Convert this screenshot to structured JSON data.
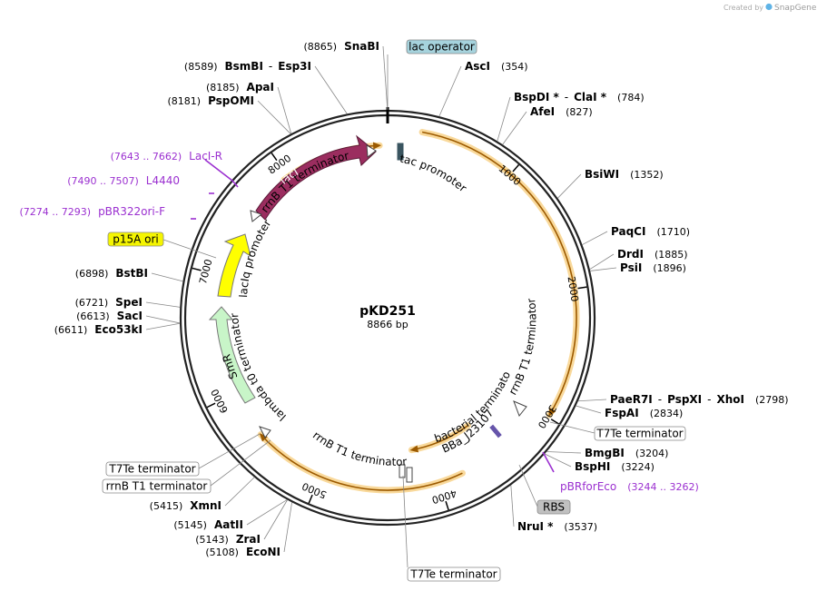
{
  "credit": {
    "prefix": "Created by",
    "brand": "SnapGene"
  },
  "plasmid": {
    "name": "pKD251",
    "size": "8866 bp"
  },
  "ticks": [
    {
      "label": "1000",
      "pos": 1000
    },
    {
      "label": "2000",
      "pos": 2000
    },
    {
      "label": "3000",
      "pos": 3000
    },
    {
      "label": "4000",
      "pos": 4000
    },
    {
      "label": "5000",
      "pos": 5000
    },
    {
      "label": "6000",
      "pos": 6000
    },
    {
      "label": "7000",
      "pos": 7000
    },
    {
      "label": "8000",
      "pos": 8000
    }
  ],
  "sites": [
    {
      "id": "snabi",
      "name": "SnaBI",
      "pos": "(8865)"
    },
    {
      "id": "asci",
      "name": "AscI",
      "pos": "(354)"
    },
    {
      "id": "bspdi",
      "name": "BspDI *",
      "sep": "-",
      "name2": "ClaI *",
      "pos": "(784)"
    },
    {
      "id": "afei",
      "name": "AfeI",
      "pos": "(827)"
    },
    {
      "id": "bsiwi",
      "name": "BsiWI",
      "pos": "(1352)"
    },
    {
      "id": "paqci",
      "name": "PaqCI",
      "pos": "(1710)"
    },
    {
      "id": "drdi",
      "name": "DrdI",
      "pos": "(1885)"
    },
    {
      "id": "psii",
      "name": "PsiI",
      "pos": "(1896)"
    },
    {
      "id": "paer7i",
      "name": "PaeR7I",
      "sep": "-",
      "name2": "PspXI",
      "sep2": "-",
      "name3": "XhoI",
      "pos": "(2798)"
    },
    {
      "id": "fspai",
      "name": "FspAI",
      "pos": "(2834)"
    },
    {
      "id": "bmgbi",
      "name": "BmgBI",
      "pos": "(3204)"
    },
    {
      "id": "bsphi",
      "name": "BspHI",
      "pos": "(3224)"
    },
    {
      "id": "nrui",
      "name": "NruI *",
      "pos": "(3537)"
    },
    {
      "id": "econi",
      "name": "EcoNI",
      "pos": "(5108)"
    },
    {
      "id": "zrai",
      "name": "ZraI",
      "pos": "(5143)"
    },
    {
      "id": "aatii",
      "name": "AatII",
      "pos": "(5145)"
    },
    {
      "id": "xmni",
      "name": "XmnI",
      "pos": "(5415)"
    },
    {
      "id": "eco53ki",
      "name": "Eco53kI",
      "pos": "(6611)"
    },
    {
      "id": "saci",
      "name": "SacI",
      "pos": "(6613)"
    },
    {
      "id": "spei",
      "name": "SpeI",
      "pos": "(6721)"
    },
    {
      "id": "bstbi",
      "name": "BstBI",
      "pos": "(6898)"
    },
    {
      "id": "pspomi",
      "name": "PspOMI",
      "pos": "(8181)"
    },
    {
      "id": "apai",
      "name": "ApaI",
      "pos": "(8185)"
    },
    {
      "id": "bsmbi",
      "name": "BsmBI",
      "sep": "-",
      "name2": "Esp3I",
      "pos": "(8589)"
    }
  ],
  "primers": [
    {
      "id": "laci-r",
      "name": "LacI-R",
      "pos": "(7643 .. 7662)"
    },
    {
      "id": "l4440",
      "name": "L4440",
      "pos": "(7490 .. 7507)"
    },
    {
      "id": "pbr322ori-f",
      "name": "pBR322ori-F",
      "pos": "(7274 .. 7293)"
    },
    {
      "id": "pbrforeco",
      "name": "pBRforEco",
      "pos": "(3244 .. 3262)"
    }
  ],
  "boxed": [
    {
      "id": "lac-operator",
      "text": "lac operator",
      "fill": "#a6d3dd"
    },
    {
      "id": "p15a-ori",
      "text": "p15A ori",
      "fill": "#f5f500"
    },
    {
      "id": "rbs",
      "text": "RBS",
      "fill": "#c0c0c0"
    },
    {
      "id": "t7te-right",
      "text": "T7Te terminator",
      "fill": "#ffffff"
    },
    {
      "id": "t7te-left",
      "text": "T7Te terminator",
      "fill": "#ffffff"
    },
    {
      "id": "rrnb-left",
      "text": "rrnB T1 terminator",
      "fill": "#ffffff"
    },
    {
      "id": "t7te-bottom",
      "text": "T7Te terminator",
      "fill": "#ffffff"
    }
  ],
  "features": {
    "laci": "lacI",
    "smr": "SmR",
    "rrnb_top": "rrnB T1 terminator",
    "tac": "tac promoter",
    "laciq": "lacIq promoter",
    "lambda": "lambda t0 terminator",
    "rrnb_right": "rrnB T1 terminator",
    "bacterial": "bacterial terminator",
    "bba": "BBa_J23107",
    "rrnb_bottom": "rrnB T1 terminator"
  },
  "colors": {
    "laci": "#9b2d5f",
    "smr": "#c8f5c8",
    "p15a": "#ffff00",
    "gold_halo": "#f9d99b",
    "arrow_line": "#9c5a00",
    "primer": "#9b30d0"
  }
}
